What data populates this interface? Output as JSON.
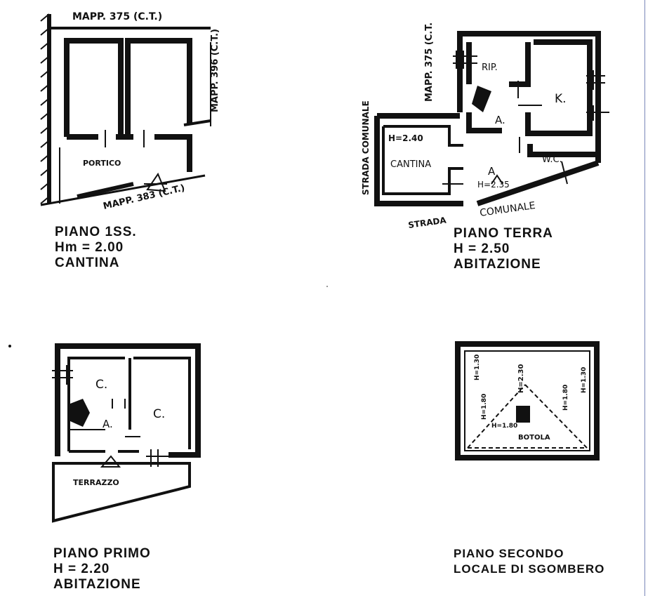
{
  "plans": {
    "basement": {
      "caption": [
        "PIANO 1SS.",
        "Hm = 2.00",
        "CANTINA"
      ],
      "labels": {
        "mapp_top": "MAPP. 375 (C.T.)",
        "mapp_right": "MAPP. 396 (C.T.)",
        "porch": "PORTICO",
        "mapp_bottom": "MAPP. 383 (C.T.)"
      }
    },
    "ground": {
      "caption": [
        "PIANO TERRA",
        "H = 2.50",
        "ABITAZIONE"
      ],
      "labels": {
        "mapp_vertical": "MAPP. 375 (C.T.",
        "rip": "RIP.",
        "k": "K.",
        "a1": "A.",
        "a2": "A",
        "h_cantina": "H=2.40",
        "cantina": "CANTINA",
        "h_a": "H=2.35",
        "wc": "W.C.",
        "strada_left": "STRADA COMUNALE",
        "strada_bottom_1": "STRADA",
        "strada_bottom_2": "COMUNALE"
      }
    },
    "first": {
      "caption": [
        "PIANO PRIMO",
        "H = 2.20",
        "ABITAZIONE"
      ],
      "labels": {
        "c1": "C.",
        "c2": "C.",
        "a": "A.",
        "terrace": "TERRAZZO"
      }
    },
    "second": {
      "caption": [
        "PIANO SECONDO",
        "LOCALE DI SGOMBERO"
      ],
      "labels": {
        "h_left_outer": "H=1.30",
        "h_left_inner": "H=1.80",
        "h_center": "H=2.30",
        "h_right_inner": "H=1.80",
        "h_right_outer": "H=1.30",
        "h_low": "H=1.80",
        "botola": "BOTOLA"
      }
    }
  }
}
